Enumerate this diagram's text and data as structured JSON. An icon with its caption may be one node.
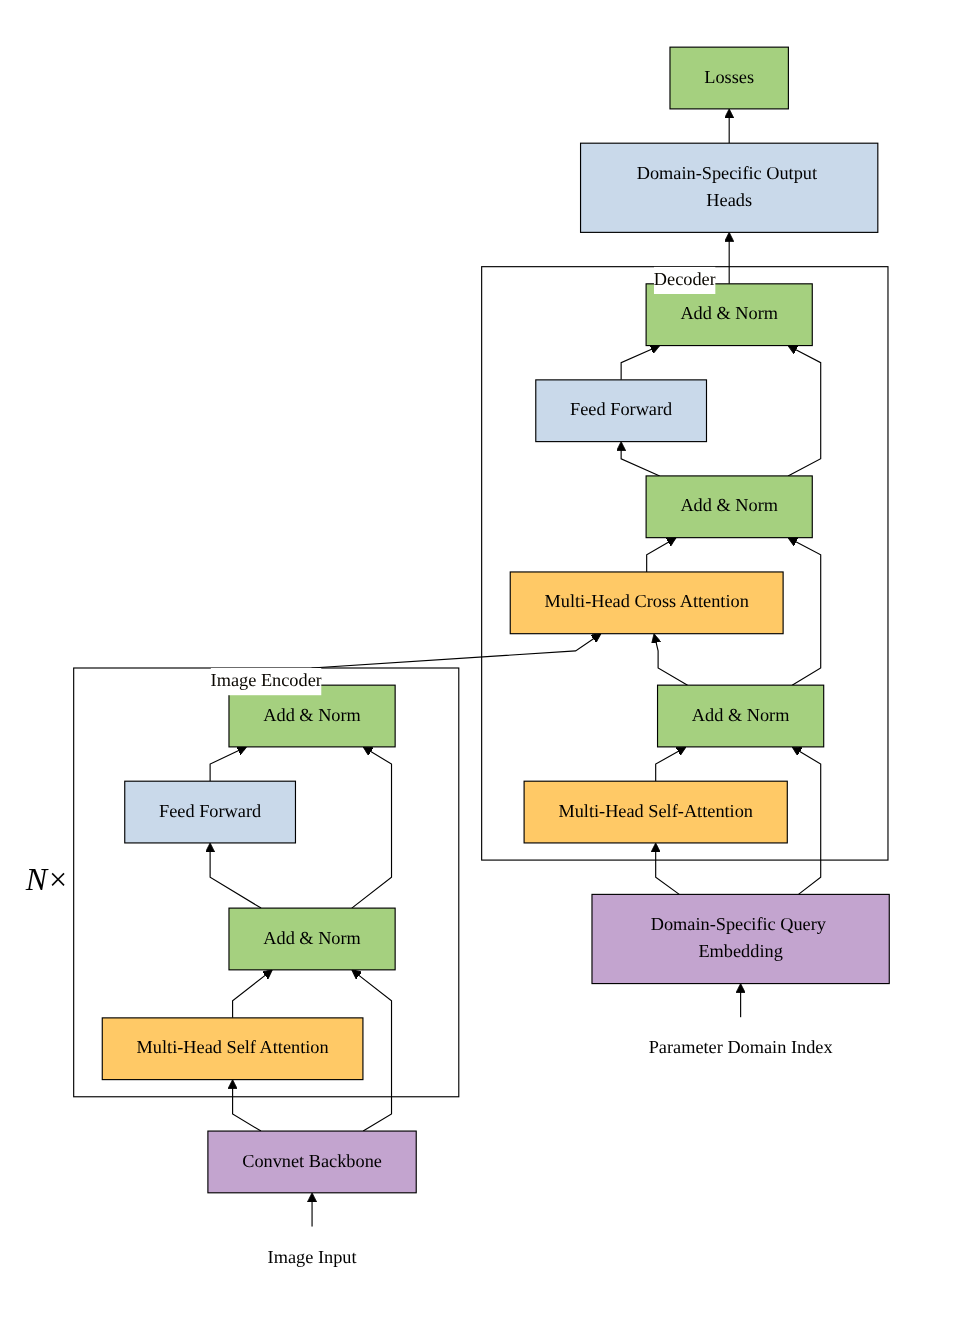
{
  "diagram": {
    "nodes": [
      {
        "text": [
          "Losses"
        ]
      },
      {
        "text": [
          "Domain-Specific Output Heads"
        ]
      },
      {
        "text": [
          "Decoder"
        ]
      },
      {
        "text": [
          "Add & Norm"
        ],
        "in": 2
      },
      {
        "text": [
          "Feed Forward"
        ],
        "in": 2
      },
      {
        "text": [
          "Add & Norm"
        ],
        "in": 2
      },
      {
        "text": [
          "Multi-Head Cross Attention"
        ],
        "in": 2
      },
      {
        "text": [
          "Add & Norm"
        ],
        "in": 2
      },
      {
        "text": [
          "Multi-Head Self-Attention"
        ],
        "in": 2
      },
      {
        "text": [
          "Image Encoder"
        ],
        "beside": [
          "N×"
        ]
      },
      {
        "text": [
          "Add & Norm"
        ],
        "in": 9
      },
      {
        "text": [
          "Feed Forward"
        ],
        "in": 9
      },
      {
        "text": [
          "Add & Norm"
        ],
        "in": 9
      },
      {
        "text": [
          "Multi-Head Self Attention"
        ],
        "in": 9
      },
      {
        "text": [
          "Convnet Backbone"
        ]
      },
      {
        "text": [
          "Domain-Specific Query Embedding"
        ]
      },
      {
        "text": [
          "Image Input"
        ]
      },
      {
        "text": [
          "Parameter Domain Index"
        ]
      }
    ],
    "edges": [
      {
        "from": 16,
        "to": 14,
        "arrow": "to"
      },
      {
        "from": 14,
        "to": 13,
        "arrow": "to"
      },
      {
        "from": 14,
        "to": 12,
        "arrow": "to"
      },
      {
        "from": 13,
        "to": 12,
        "arrow": "to"
      },
      {
        "from": 12,
        "to": 11,
        "arrow": "to"
      },
      {
        "from": 12,
        "to": 10,
        "arrow": "to"
      },
      {
        "from": 11,
        "to": 10,
        "arrow": "to"
      },
      {
        "from": 10,
        "to": 6,
        "arrow": "to"
      },
      {
        "from": 17,
        "to": 15,
        "arrow": "to"
      },
      {
        "from": 15,
        "to": 8,
        "arrow": "to"
      },
      {
        "from": 15,
        "to": 7,
        "arrow": "to"
      },
      {
        "from": 8,
        "to": 7,
        "arrow": "to"
      },
      {
        "from": 7,
        "to": 6,
        "arrow": "to"
      },
      {
        "from": 7,
        "to": 5,
        "arrow": "to"
      },
      {
        "from": 6,
        "to": 5,
        "arrow": "to"
      },
      {
        "from": 5,
        "to": 4,
        "arrow": "to"
      },
      {
        "from": 5,
        "to": 3,
        "arrow": "to"
      },
      {
        "from": 4,
        "to": 3,
        "arrow": "to"
      },
      {
        "from": 3,
        "to": 1,
        "arrow": "to"
      },
      {
        "from": 1,
        "to": 0,
        "arrow": "to"
      }
    ]
  }
}
